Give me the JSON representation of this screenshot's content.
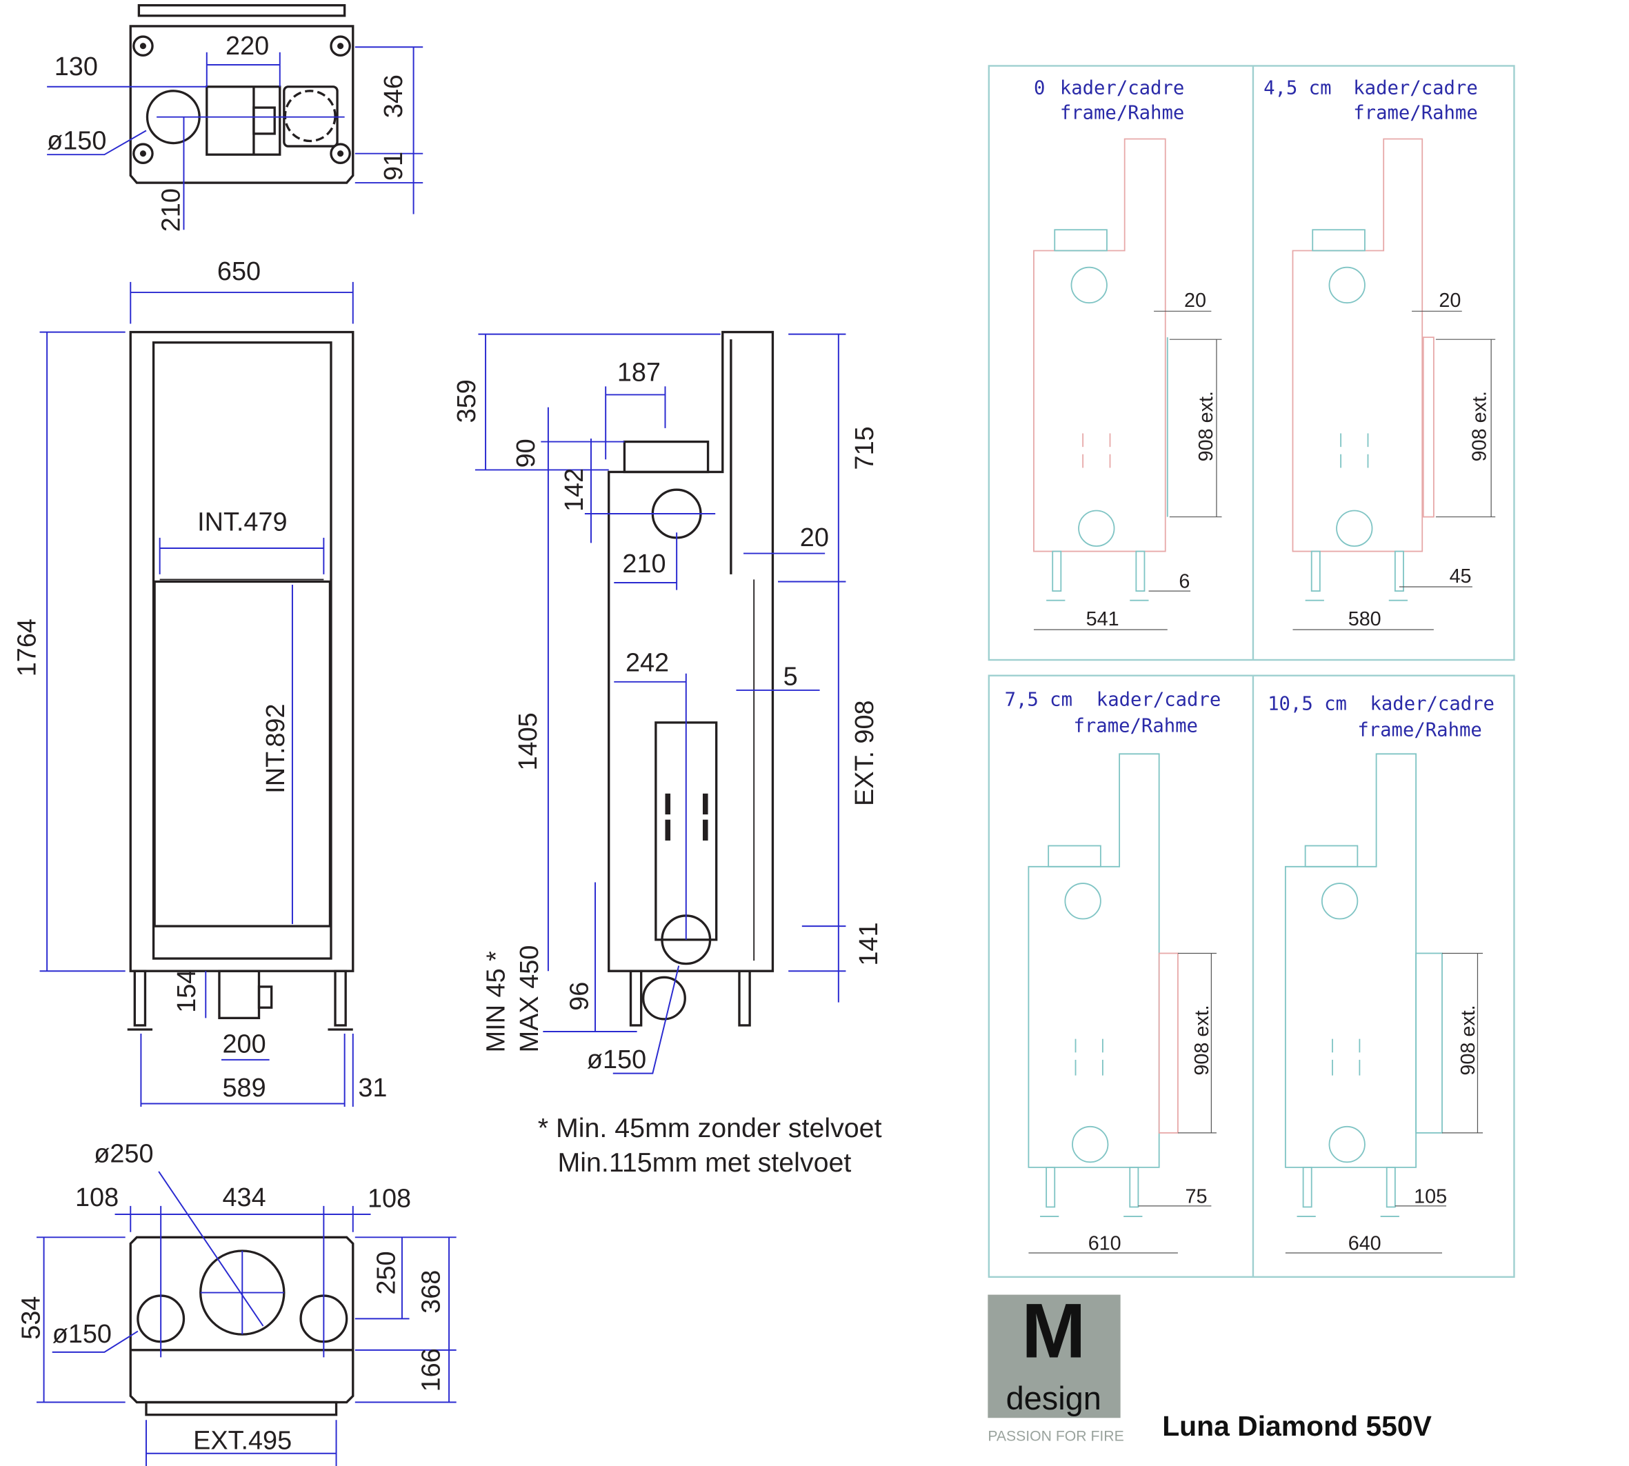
{
  "top_view": {
    "d130": "130",
    "d220": "220",
    "dia150": "ø150",
    "d346": "346",
    "d91": "91",
    "d210": "210"
  },
  "front_view": {
    "d650": "650",
    "d1764": "1764",
    "int479": "INT.479",
    "int892": "INT.892",
    "d154": "154",
    "d200": "200",
    "d589": "589",
    "d31": "31"
  },
  "side_view": {
    "d359": "359",
    "d187": "187",
    "d90": "90",
    "d142": "142",
    "d210": "210",
    "d715": "715",
    "d20": "20",
    "d242": "242",
    "d5": "5",
    "d1405": "1405",
    "ext908": "EXT. 908",
    "d141": "141",
    "min45": "MIN 45 *",
    "max450": "MAX 450",
    "d96": "96",
    "dia150": "ø150"
  },
  "notes": {
    "line1": "* Min. 45mm zonder stelvoet",
    "line2": "Min.115mm met stelvoet"
  },
  "bottom_view": {
    "dia250": "ø250",
    "d108a": "108",
    "d434": "434",
    "d108b": "108",
    "d250": "250",
    "d368": "368",
    "d166": "166",
    "d534": "534",
    "dia150": "ø150",
    "ext495": "EXT.495"
  },
  "frame_panels": [
    {
      "size": "0",
      "title1": "kader/cadre",
      "title2": "frame/Rahme",
      "top_dim": "20",
      "side_dim": "6",
      "width_dim": "541",
      "height_dim": "908 ext."
    },
    {
      "size": "4,5 cm",
      "title1": "kader/cadre",
      "title2": "frame/Rahme",
      "top_dim": "20",
      "side_dim": "45",
      "width_dim": "580",
      "height_dim": "908 ext."
    },
    {
      "size": "7,5 cm",
      "title1": "kader/cadre",
      "title2": "frame/Rahme",
      "side_dim": "75",
      "width_dim": "610",
      "height_dim": "908 ext."
    },
    {
      "size": "10,5 cm",
      "title1": "kader/cadre",
      "title2": "frame/Rahme",
      "side_dim": "105",
      "width_dim": "640",
      "height_dim": "908 ext."
    }
  ],
  "logo": {
    "letter": "M",
    "word": "design",
    "tagline": "PASSION FOR FIRE"
  },
  "product_title": "Luna Diamond 550V",
  "colors": {
    "line": "#231f20",
    "dimension": "#2a2ad0",
    "panel_border": "#9fd0d0",
    "panel_text": "#2a2aa8",
    "logo_bg": "#9aa39d"
  }
}
